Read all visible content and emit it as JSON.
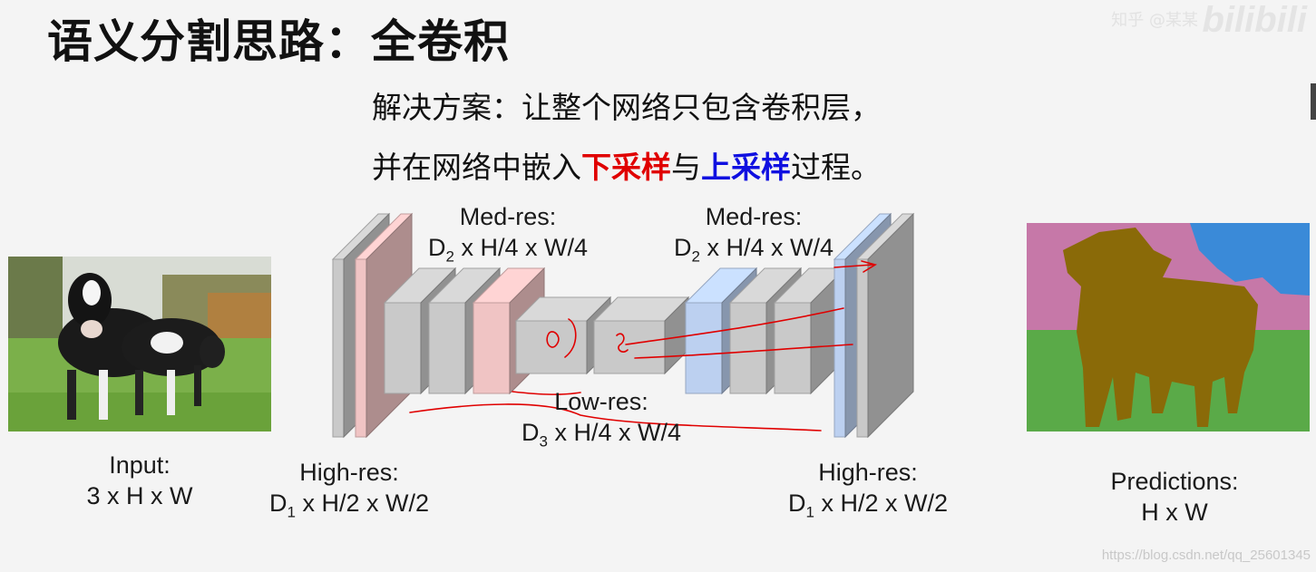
{
  "slide": {
    "title": "语义分割思路：全卷积",
    "solution_line1": "解决方案：让整个网络只包含卷积层，",
    "solution_line2_prefix": "并在网络中嵌入",
    "solution_line2_down": "下采样",
    "solution_line2_mid": "与",
    "solution_line2_up": "上采样",
    "solution_line2_suffix": "过程。",
    "watermark": "知乎 @某某",
    "brand": "bilibili",
    "footer_url": "https://blog.csdn.net/qq_25601345"
  },
  "labels": {
    "input_title": "Input:",
    "input_dims": "3 x H x W",
    "high_res_left_title": "High-res:",
    "high_res_left_d": "D",
    "high_res_left_sub": "1",
    "high_res_left_rest": " x H/2 x W/2",
    "med_res_left_title": "Med-res:",
    "med_res_left_d": "D",
    "med_res_left_sub": "2",
    "med_res_left_rest": " x H/4 x W/4",
    "low_res_title": "Low-res:",
    "low_res_d": "D",
    "low_res_sub": "3",
    "low_res_rest": " x H/4 x W/4",
    "med_res_right_title": "Med-res:",
    "med_res_right_d": "D",
    "med_res_right_sub": "2",
    "med_res_right_rest": " x H/4 x W/4",
    "high_res_right_title": "High-res:",
    "high_res_right_d": "D",
    "high_res_right_sub": "1",
    "high_res_right_rest": " x H/2 x W/2",
    "predictions_title": "Predictions:",
    "predictions_dims": "H x W"
  },
  "colors": {
    "block_gray": "#c9c9c9",
    "block_pink": "#f0c4c4",
    "block_blue": "#bcd0f0",
    "annotation_red": "#e00000",
    "seg_pink": "#c678a8",
    "seg_blue": "#3a8ad8",
    "seg_green": "#5aaa48",
    "seg_cow": "#8a6a08"
  }
}
